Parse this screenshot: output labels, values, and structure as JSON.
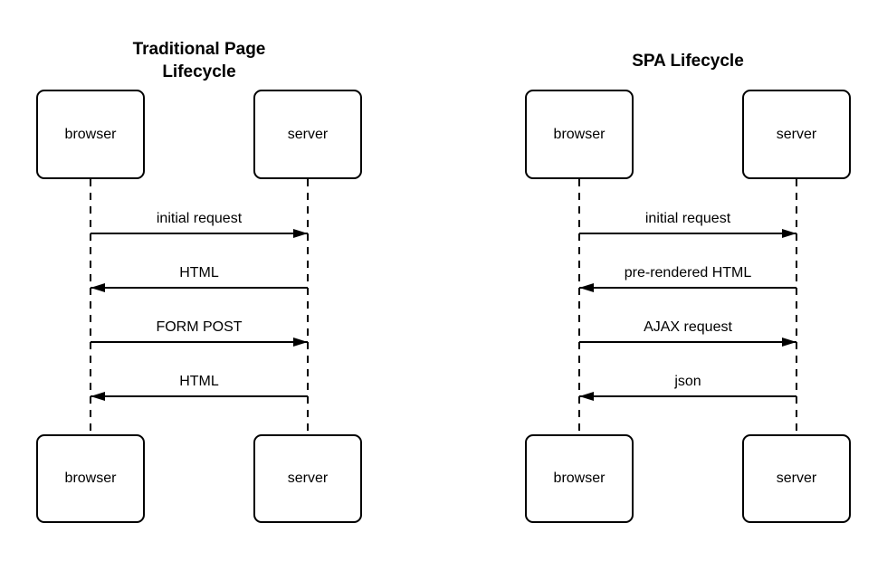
{
  "background_color": "#ffffff",
  "line_color": "#000000",
  "text_color": "#000000",
  "diagrams": [
    {
      "title": "Traditional Page Lifecycle",
      "actors": [
        {
          "label": "browser"
        },
        {
          "label": "server"
        }
      ],
      "messages": [
        {
          "label": "initial request",
          "direction": "right"
        },
        {
          "label": "HTML",
          "direction": "left"
        },
        {
          "label": "FORM POST",
          "direction": "right"
        },
        {
          "label": "HTML",
          "direction": "left"
        }
      ]
    },
    {
      "title": "SPA Lifecycle",
      "actors": [
        {
          "label": "browser"
        },
        {
          "label": "server"
        }
      ],
      "messages": [
        {
          "label": "initial request",
          "direction": "right"
        },
        {
          "label": "pre-rendered HTML",
          "direction": "left"
        },
        {
          "label": "AJAX request",
          "direction": "right"
        },
        {
          "label": "json",
          "direction": "left"
        }
      ]
    }
  ]
}
